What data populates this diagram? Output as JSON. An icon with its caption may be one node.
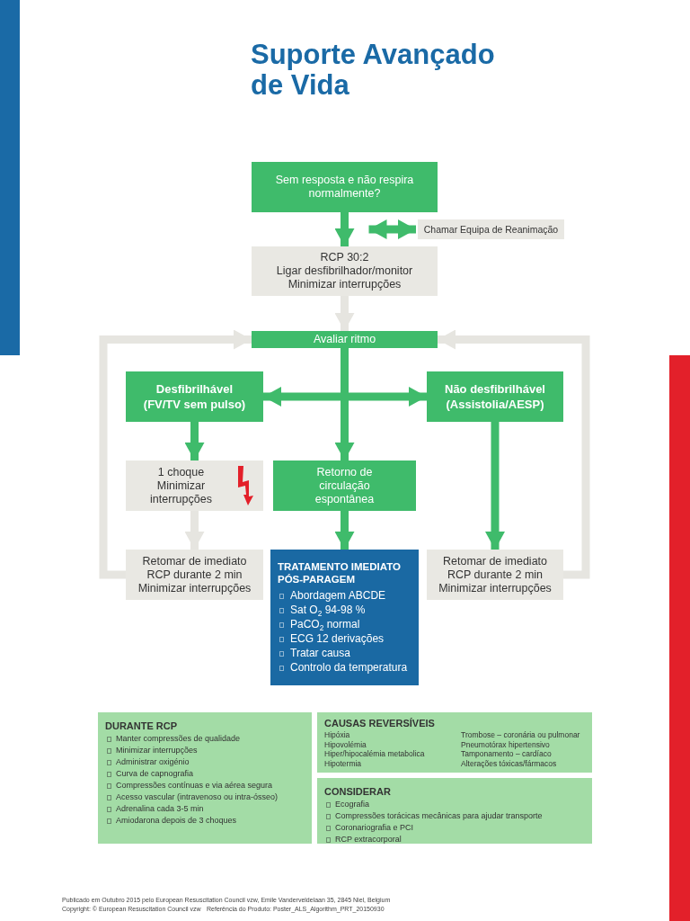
{
  "diagram": {
    "title": "Suporte Avançado de Vida",
    "nodes": [
      {
        "text": [
          "Sem resposta e não respira normalmente?"
        ]
      },
      {
        "text": [
          "Chamar Equipa de Reanimação"
        ]
      },
      {
        "text": [
          "RCP 30:2",
          "Ligar desfibrilhador/monitor",
          "Minimizar interrupções"
        ]
      },
      {
        "text": [
          "Avaliar ritmo"
        ]
      },
      {
        "text": [
          "Desfibrilhável",
          "(FV/TV sem pulso)"
        ]
      },
      {
        "text": [
          "Não desfibrilhável",
          "(Assistolia/AESP)"
        ]
      },
      {
        "text": [
          "1 choque",
          "Minimizar interrupções"
        ]
      },
      {
        "text": [
          "Retorno de circulação espontânea"
        ]
      },
      {
        "text": [
          "Retomar de imediato",
          "RCP durante 2 min",
          "Minimizar interrupções"
        ]
      },
      {
        "text": [
          "TRATAMENTO IMEDIATO PÓS-PARAGEM",
          "Abordagem ABCDE",
          "Sat O$_{2}$ 94-98 %",
          "PaCO$_{2}$ normal",
          "ECG 12 derivações",
          "Tratar causa",
          "Controlo da temperatura"
        ]
      },
      {
        "text": [
          "Retomar de imediato",
          "RCP durante 2 min",
          "Minimizar interrupções"
        ]
      },
      {
        "text": [
          "DURANTE RCP",
          "Manter compressões de qualidade",
          "Minimizar interrupções",
          "Administrar oxigénio",
          "Curva de capnografia",
          "Compressões contínuas e via aérea segura",
          "Acesso vascular (intravenoso ou intra-ósseo)",
          "Adrenalina cada 3-5 min",
          "Amiodarona depois de 3 choques"
        ]
      },
      {
        "text": [
          "CAUSAS REVERSÍVEIS",
          "Hipóxia",
          "Trombose – coronária ou pulmonar",
          "Hipovolémia",
          "Pneumotórax hipertensivo",
          "Hiper/hipocalémia metabolica",
          "Tamponamento – cardíaco",
          "Hipotermia",
          "Alterações tóxicas/fármacos"
        ]
      },
      {
        "text": [
          "CONSIDERAR",
          "Ecografia",
          "Compressões torácicas mecânicas para ajudar transporte",
          "Coronariografia e PCI",
          "RCP extracorporal"
        ]
      },
      {
        "text": [],
        "shape": "bar"
      },
      {
        "text": [],
        "shape": "bar"
      }
    ],
    "edges": [
      {
        "from": 0,
        "to": 2,
        "arrow": "to"
      },
      {
        "from": 2,
        "to": 1,
        "arrow": "both"
      },
      {
        "from": 2,
        "to": 3,
        "arrow": "to",
        "color": "#e6e5e0"
      },
      {
        "from": 3,
        "to": 7,
        "arrow": "to"
      },
      {
        "from": 3,
        "to": 4,
        "arrow": "to"
      },
      {
        "from": 3,
        "to": 5,
        "arrow": "to"
      },
      {
        "from": 4,
        "to": 6,
        "arrow": "to"
      },
      {
        "from": 6,
        "to": 8,
        "arrow": "to",
        "color": "#e6e5e0"
      },
      {
        "from": 7,
        "to": 9,
        "arrow": "to"
      },
      {
        "from": 5,
        "to": 10,
        "arrow": "to"
      },
      {
        "from": 8,
        "to": 3,
        "arrow": "to",
        "color": "#e6e5e0"
      },
      {
        "from": 10,
        "to": 3,
        "arrow": "to",
        "color": "#e6e5e0"
      }
    ],
    "labels": [
      "Publicado em Outubro 2015 pelo European Resuscitation Council vzw, Emile Vanderveldelaan 35, 2845 Niel, Belgium",
      "Copyright: © European Resuscitation Council vzw",
      "Referência do Produto: Poster_ALS_Algorithm_PRT_20150930"
    ]
  }
}
